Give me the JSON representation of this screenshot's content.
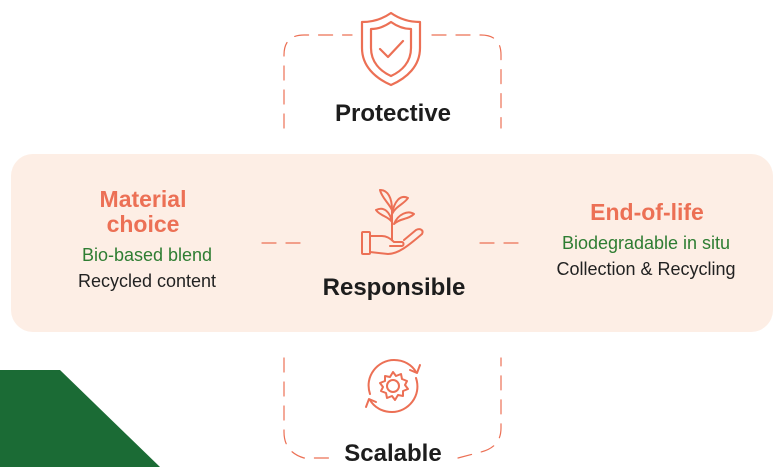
{
  "colors": {
    "accent": "#ec7055",
    "green_text": "#2e7d32",
    "band_background": "#fdeee5",
    "dark_green_shape": "#1b6b35",
    "heading": "#1d1d1d"
  },
  "top": {
    "label": "Protective",
    "icon": "shield-check-icon"
  },
  "center": {
    "label": "Responsible",
    "icon": "hand-plant-icon"
  },
  "bottom": {
    "label": "Scalable",
    "icon": "gear-cycle-icon"
  },
  "left": {
    "title_line1": "Material",
    "title_line2": "choice",
    "item1": "Bio-based blend",
    "item2": "Recycled content"
  },
  "right": {
    "title": "End-of-life",
    "item1": "Biodegradable in situ",
    "item2": "Collection & Recycling"
  }
}
